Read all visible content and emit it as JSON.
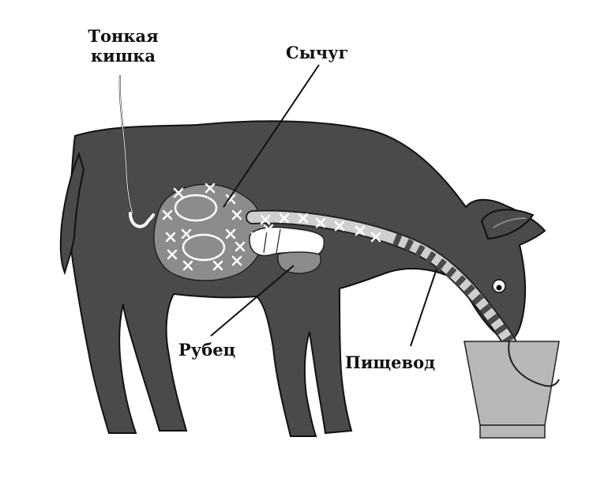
{
  "labels": {
    "small_intestine": [
      "Тонкая",
      "кишка"
    ],
    "abomasum": "Сычуг",
    "rumen": "Рубец",
    "esophagus": "Пищевод"
  },
  "colors": {
    "body": "#4a4a4a",
    "outline": "#111111",
    "abomasum_fill": "#8c8c8c",
    "rumen_fill": "#8c8c8c",
    "tube": "#cfcfcf",
    "cross": "#ffffff",
    "bucket": "#b8b8b8",
    "background": "#ffffff"
  }
}
